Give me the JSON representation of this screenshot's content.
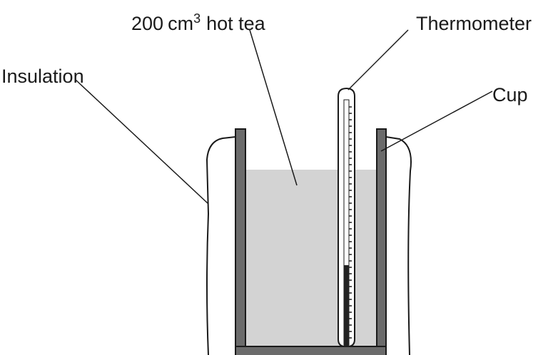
{
  "labels": {
    "tea_amount": "200",
    "tea_unit": "cm",
    "tea_exponent": "3",
    "tea_name": "hot tea",
    "thermometer": "Thermometer",
    "insulation": "Insulation",
    "cup": "Cup"
  },
  "colors": {
    "ink": "#1a1a1a",
    "tea_fill": "#d3d3d3",
    "cup_wall": "#6b6b6b",
    "thermometer_liquid": "#222222",
    "background": "#ffffff"
  }
}
